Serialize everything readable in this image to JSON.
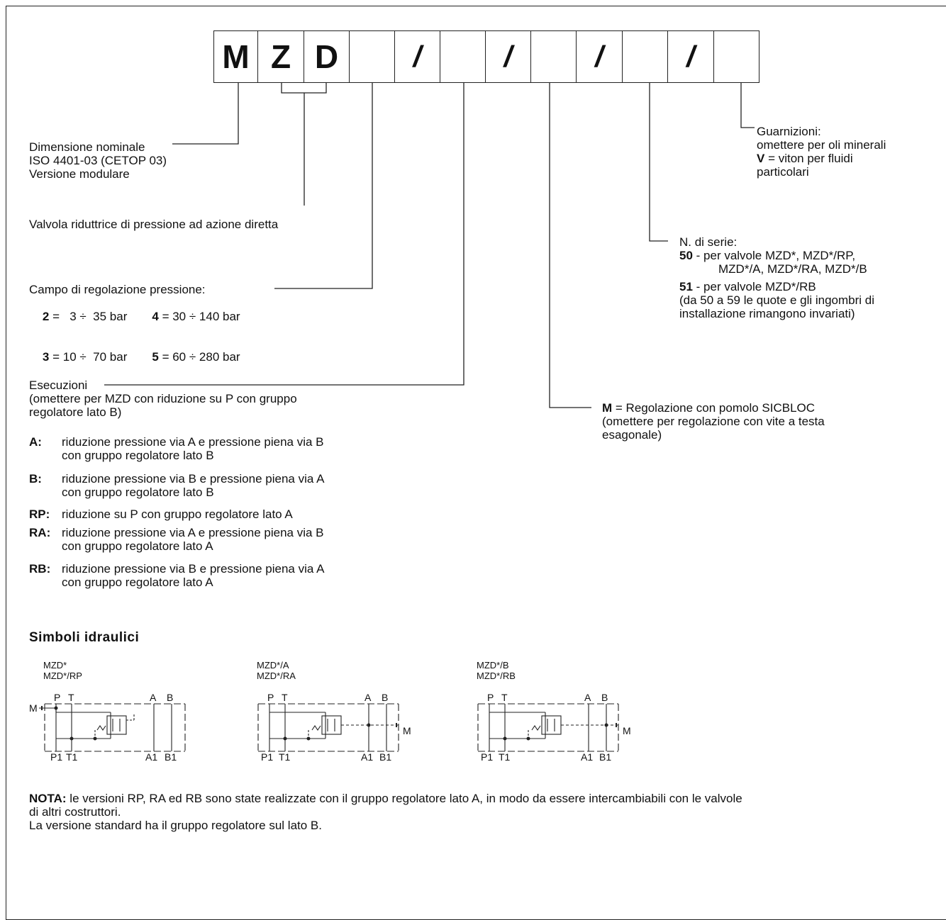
{
  "code_boxes": [
    {
      "char": "M",
      "kind": "letter"
    },
    {
      "char": "Z",
      "kind": "letter"
    },
    {
      "char": "D",
      "kind": "letter"
    },
    {
      "char": "",
      "kind": "blank"
    },
    {
      "char": "/",
      "kind": "slash"
    },
    {
      "char": "",
      "kind": "blank"
    },
    {
      "char": "/",
      "kind": "slash"
    },
    {
      "char": "",
      "kind": "blank"
    },
    {
      "char": "/",
      "kind": "slash"
    },
    {
      "char": "",
      "kind": "blank"
    },
    {
      "char": "/",
      "kind": "slash"
    },
    {
      "char": "",
      "kind": "blank"
    }
  ],
  "nominal_size": {
    "line1": "Dimensione nominale",
    "line2": "ISO 4401-03 (CETOP 03)",
    "line3": "Versione modulare"
  },
  "valve_type": "Valvola riduttrice di pressione ad azione diretta",
  "pressure_range": {
    "title": "Campo di regolazione pressione:",
    "rows": [
      {
        "code": "2",
        "eq": " =   3 ÷  35 bar",
        "code2": "4",
        "eq2": " = 30 ÷ 140 bar"
      },
      {
        "code": "3",
        "eq": " = 10 ÷  70 bar",
        "code2": "5",
        "eq2": " = 60 ÷ 280 bar"
      }
    ]
  },
  "executions": {
    "title": "Esecuzioni",
    "note1": "(omettere per MZD con riduzione su P con gruppo",
    "note2": "regolatore lato B)",
    "items": [
      {
        "code": "A",
        "suffix": ":",
        "desc1": "riduzione pressione via A e pressione piena via B",
        "desc2": "con gruppo regolatore lato B"
      },
      {
        "code": "B",
        "suffix": ":",
        "desc1": "riduzione pressione via B e pressione piena via A",
        "desc2": "con gruppo regolatore lato B"
      },
      {
        "code": "RP",
        "suffix": ":",
        "desc1": "riduzione su P con gruppo regolatore lato A",
        "desc2": ""
      },
      {
        "code": "RA",
        "suffix": ":",
        "desc1": "riduzione pressione via A e pressione piena via B",
        "desc2": "con gruppo regolatore lato A"
      },
      {
        "code": "RB",
        "suffix": ":",
        "desc1": "riduzione pressione via B e pressione piena via A",
        "desc2": "con gruppo regolatore lato A"
      }
    ]
  },
  "seals": {
    "title": "Guarnizioni:",
    "line1": "omettere per oli minerali",
    "v_code": "V",
    "v_desc": " = viton per fluidi",
    "v_desc2": "particolari"
  },
  "series": {
    "title": "N. di serie:",
    "s50_code": "50",
    "s50_line1": " - per valvole MZD*, MZD*/RP,",
    "s50_line2": "MZD*/A, MZD*/RA, MZD*/B",
    "s51_code": "51",
    "s51_line1": " - per valvole MZD*/RB",
    "s51_line2": "(da 50 a 59 le quote e gli ingombri di",
    "s51_line3": "installazione rimangono invariati)"
  },
  "adjustment": {
    "code": "M",
    "line1": " = Regolazione con pomolo SICBLOC",
    "line2": "(omettere per regolazione con vite a testa",
    "line3": "esagonale)"
  },
  "symbols": {
    "title": "Simboli idraulici",
    "diagrams": [
      {
        "label1": "MZD*",
        "label2": "MZD*/RP",
        "ports_top": [
          "P",
          "T",
          "A",
          "B"
        ],
        "ports_bottom": [
          "P1",
          "T1",
          "A1",
          "B1"
        ],
        "gauge": "M"
      },
      {
        "label1": "MZD*/A",
        "label2": "MZD*/RA",
        "ports_top": [
          "P",
          "T",
          "A",
          "B"
        ],
        "ports_bottom": [
          "P1",
          "T1",
          "A1",
          "B1"
        ],
        "gauge": "M"
      },
      {
        "label1": "MZD*/B",
        "label2": "MZD*/RB",
        "ports_top": [
          "P",
          "T",
          "A",
          "B"
        ],
        "ports_bottom": [
          "P1",
          "T1",
          "A1",
          "B1"
        ],
        "gauge": "M"
      }
    ]
  },
  "note": {
    "label": "NOTA:",
    "text1": " le versioni RP, RA ed RB sono state realizzate con il gruppo regolatore lato A, in modo da essere intercambiabili con le valvole",
    "text2": "di altri costruttori.",
    "text3": "La versione standard ha il gruppo regolatore sul lato B."
  }
}
